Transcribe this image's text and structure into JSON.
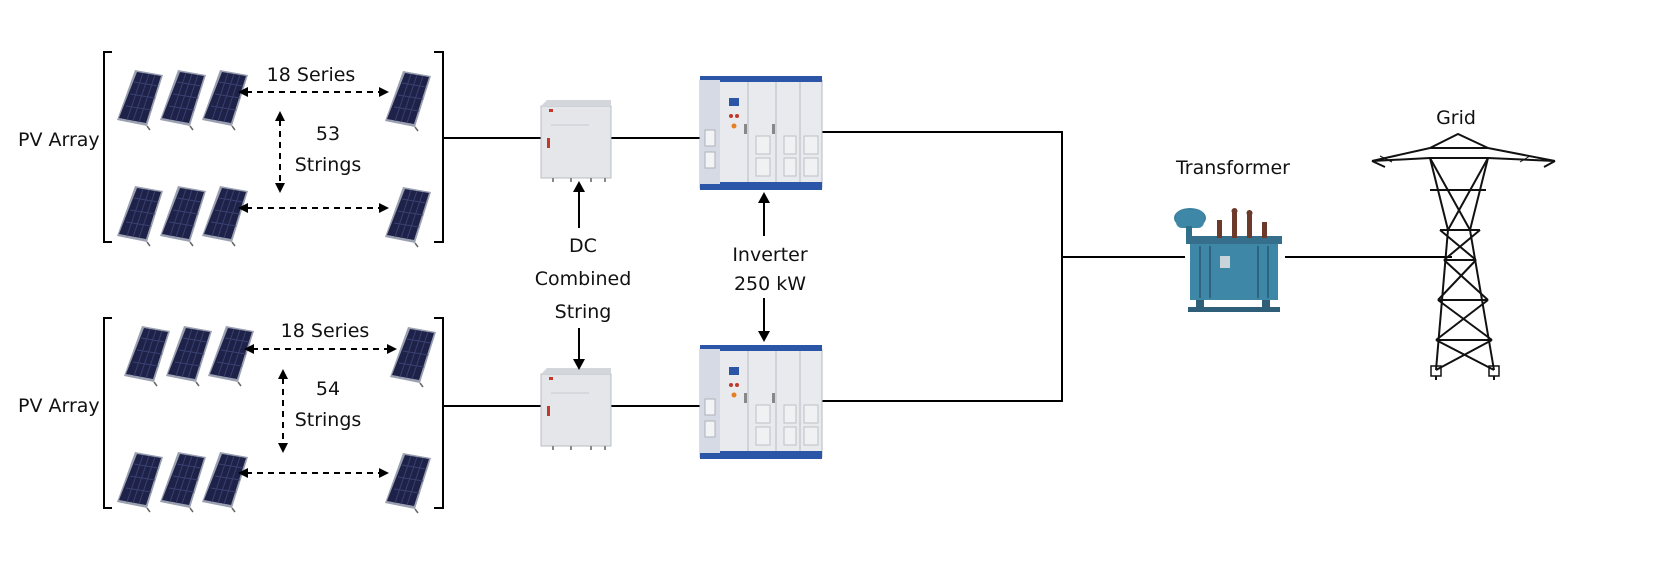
{
  "arrays": [
    {
      "label": "PV Array",
      "series_label": "18 Series",
      "strings_count": "53",
      "strings_word": "Strings"
    },
    {
      "label": "PV Array",
      "series_label": "18 Series",
      "strings_count": "54",
      "strings_word": "Strings"
    }
  ],
  "combiner": {
    "label_lines": [
      "DC",
      "Combined",
      "String"
    ]
  },
  "inverter": {
    "label_lines": [
      "Inverter",
      "250 kW"
    ]
  },
  "transformer": {
    "label": "Transformer"
  },
  "grid": {
    "label": "Grid"
  },
  "colors": {
    "panel_cell": "#1e2248",
    "panel_frame": "#9aa0b0",
    "cabinet": "#e6e8ec",
    "inverter_trim": "#2b56a8",
    "transformer_body": "#3f87a6",
    "tower": "#111111"
  },
  "icons": [
    "solar-panel-icon",
    "combiner-box-icon",
    "inverter-cabinet-icon",
    "transformer-icon",
    "transmission-tower-icon"
  ]
}
